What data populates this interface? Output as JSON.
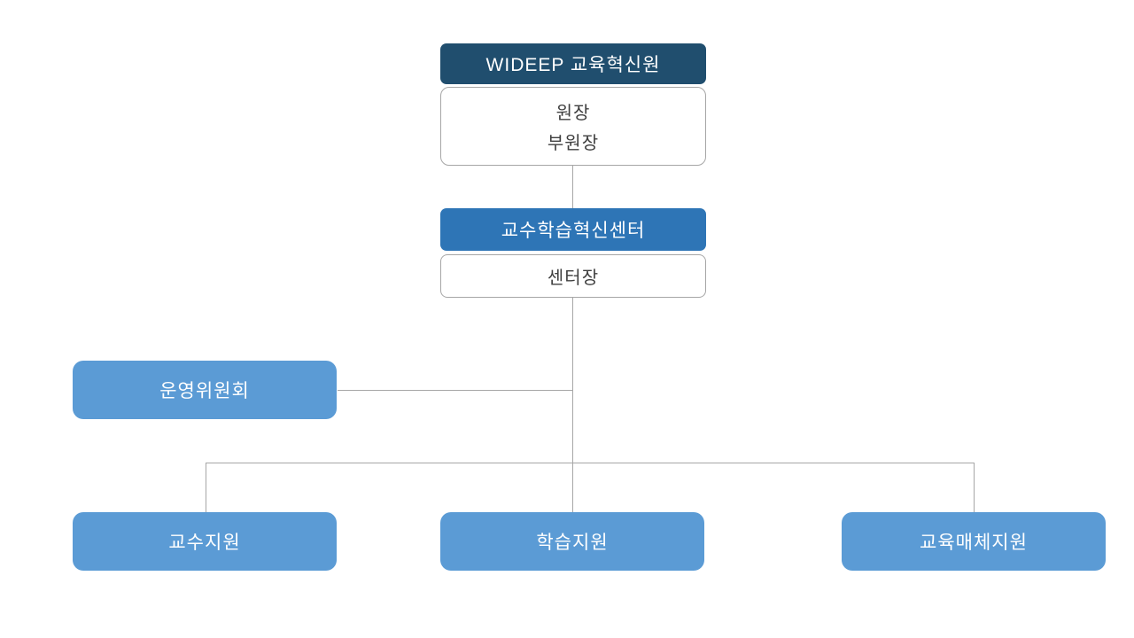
{
  "org_chart": {
    "root_label": "WIDEEP 교육혁신원",
    "root_roles": [
      "원장",
      "부원장"
    ],
    "center_label": "교수학습혁신센터",
    "center_role": "센터장",
    "committee_label": "운영위원회",
    "departments": [
      {
        "label": "교수지원"
      },
      {
        "label": "학습지원"
      },
      {
        "label": "교육매체지원"
      }
    ]
  },
  "colors": {
    "root_box": "#204E6E",
    "center_box": "#2E75B6",
    "branch_box": "#5B9BD5",
    "connector": "#A6A6A6",
    "white_box_border": "#A6A6A6",
    "dark_text": "#3F3F3F",
    "light_text": "#FFFFFF",
    "background": "#FFFFFF"
  }
}
